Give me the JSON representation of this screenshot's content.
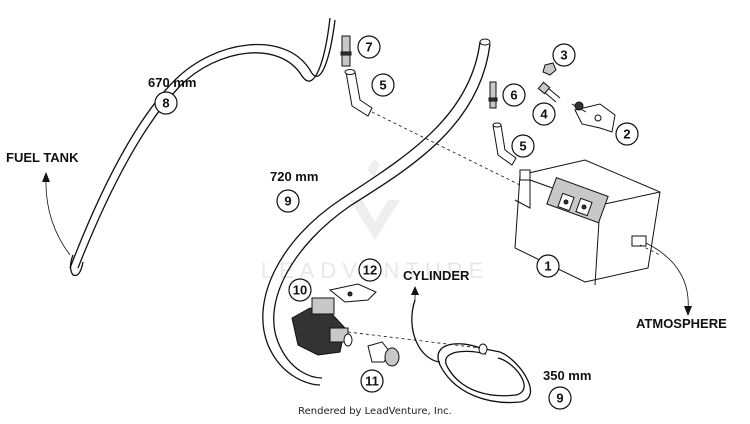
{
  "labels": {
    "fuel_tank": "FUEL TANK",
    "atmosphere": "ATMOSPHERE",
    "cylinder": "CYLINDER"
  },
  "dimensions": {
    "hose_8": "670 mm",
    "hose_9_long": "720 mm",
    "hose_9_short": "350 mm"
  },
  "callouts": {
    "c1": "1",
    "c2": "2",
    "c3": "3",
    "c4": "4",
    "c5a": "5",
    "c5b": "5",
    "c6": "6",
    "c7": "7",
    "c8": "8",
    "c9a": "9",
    "c9b": "9",
    "c10": "10",
    "c11": "11",
    "c12": "12"
  },
  "watermark": "LEADVENTURE",
  "footer": "Rendered by LeadVenture, Inc."
}
